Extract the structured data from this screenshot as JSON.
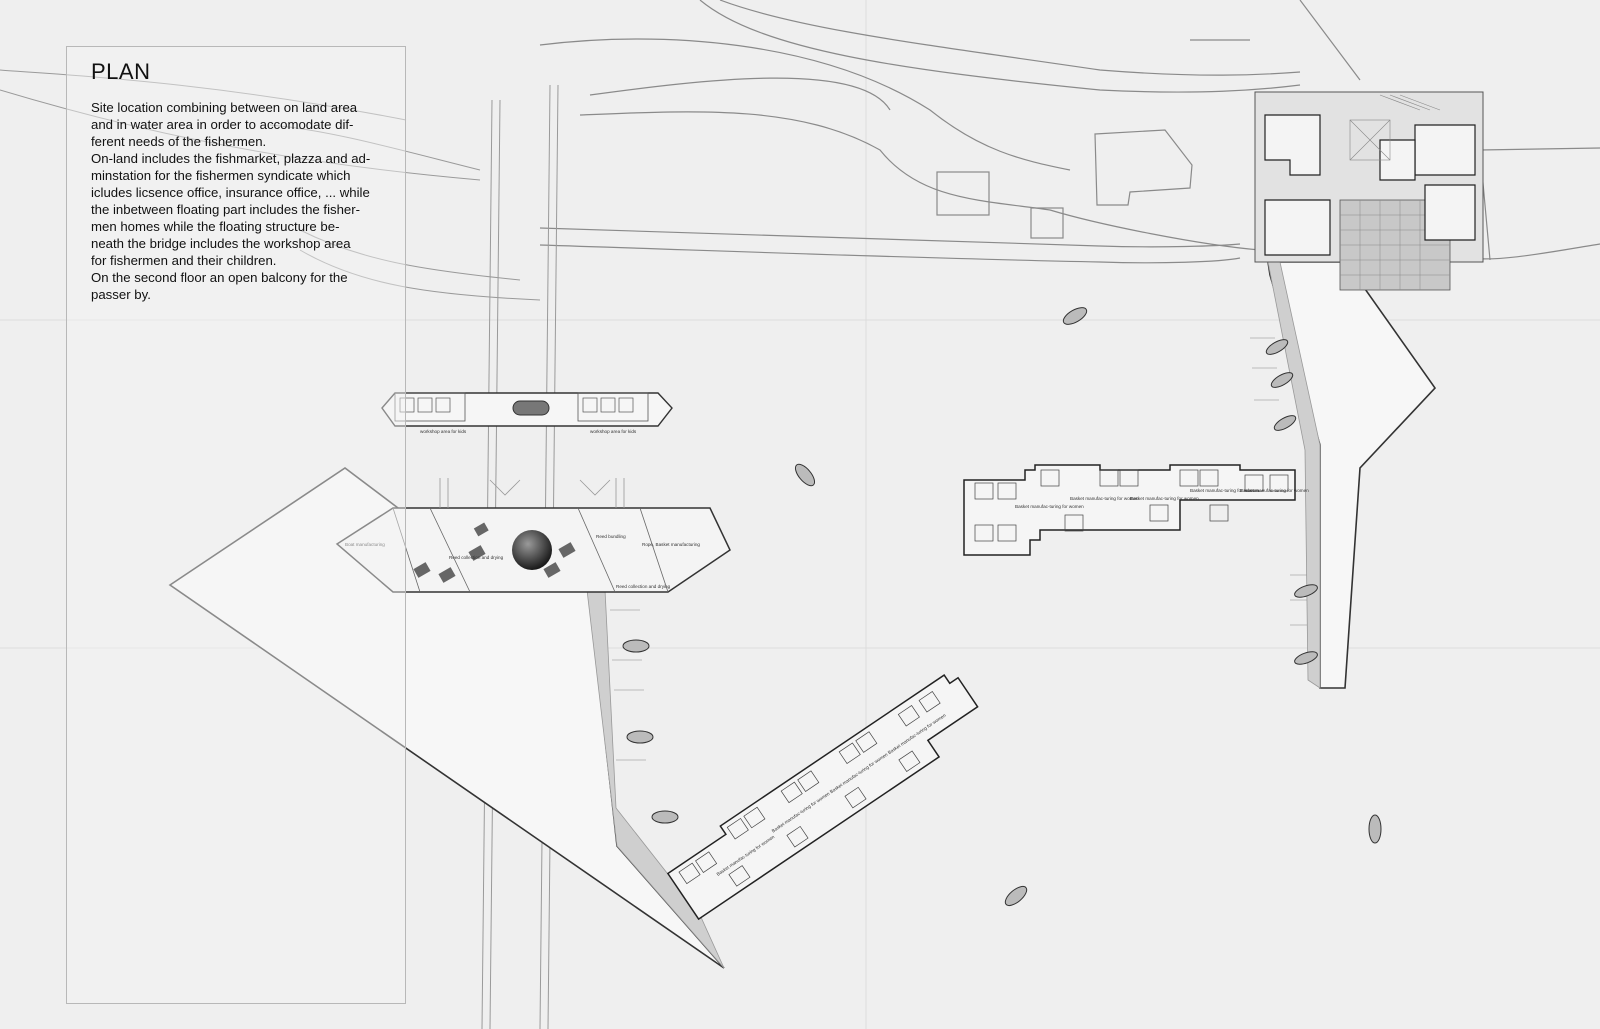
{
  "panel": {
    "title": "PLAN",
    "body_lines": [
      "Site location combining between on land area",
      "and in water area in order to accomodate dif-",
      "ferent needs of the fishermen.",
      "On-land includes the fishmarket, plazza and ad-",
      "minstation for the fishermen syndicate which",
      "icludes licsence office, insurance office, ... while",
      "the inbetween floating part includes the fisher-",
      "men homes while the floating structure be-",
      "neath the bridge includes the workshop area",
      "for fishermen and their children.",
      "On the second floor an open balcony for the",
      "passer by."
    ]
  },
  "labels": {
    "workshop_kids_left": "workshop area for kids",
    "workshop_kids_right": "workshop area for kids",
    "boat_manufacturing": "Boat manufacturing",
    "reed_collection_drying": "Reed collection and drying",
    "reed_bundling": "Reed bundling",
    "rope_basket": "Rope, Basket manufacturing",
    "reed_collection_drying_2": "Reed collection and drying",
    "basket_women": "Basket manufac-turing for women"
  },
  "colors": {
    "background": "#efefef",
    "lines": "#8a8a8a",
    "dark": "#333333",
    "walkway": "#cfcfcf"
  }
}
